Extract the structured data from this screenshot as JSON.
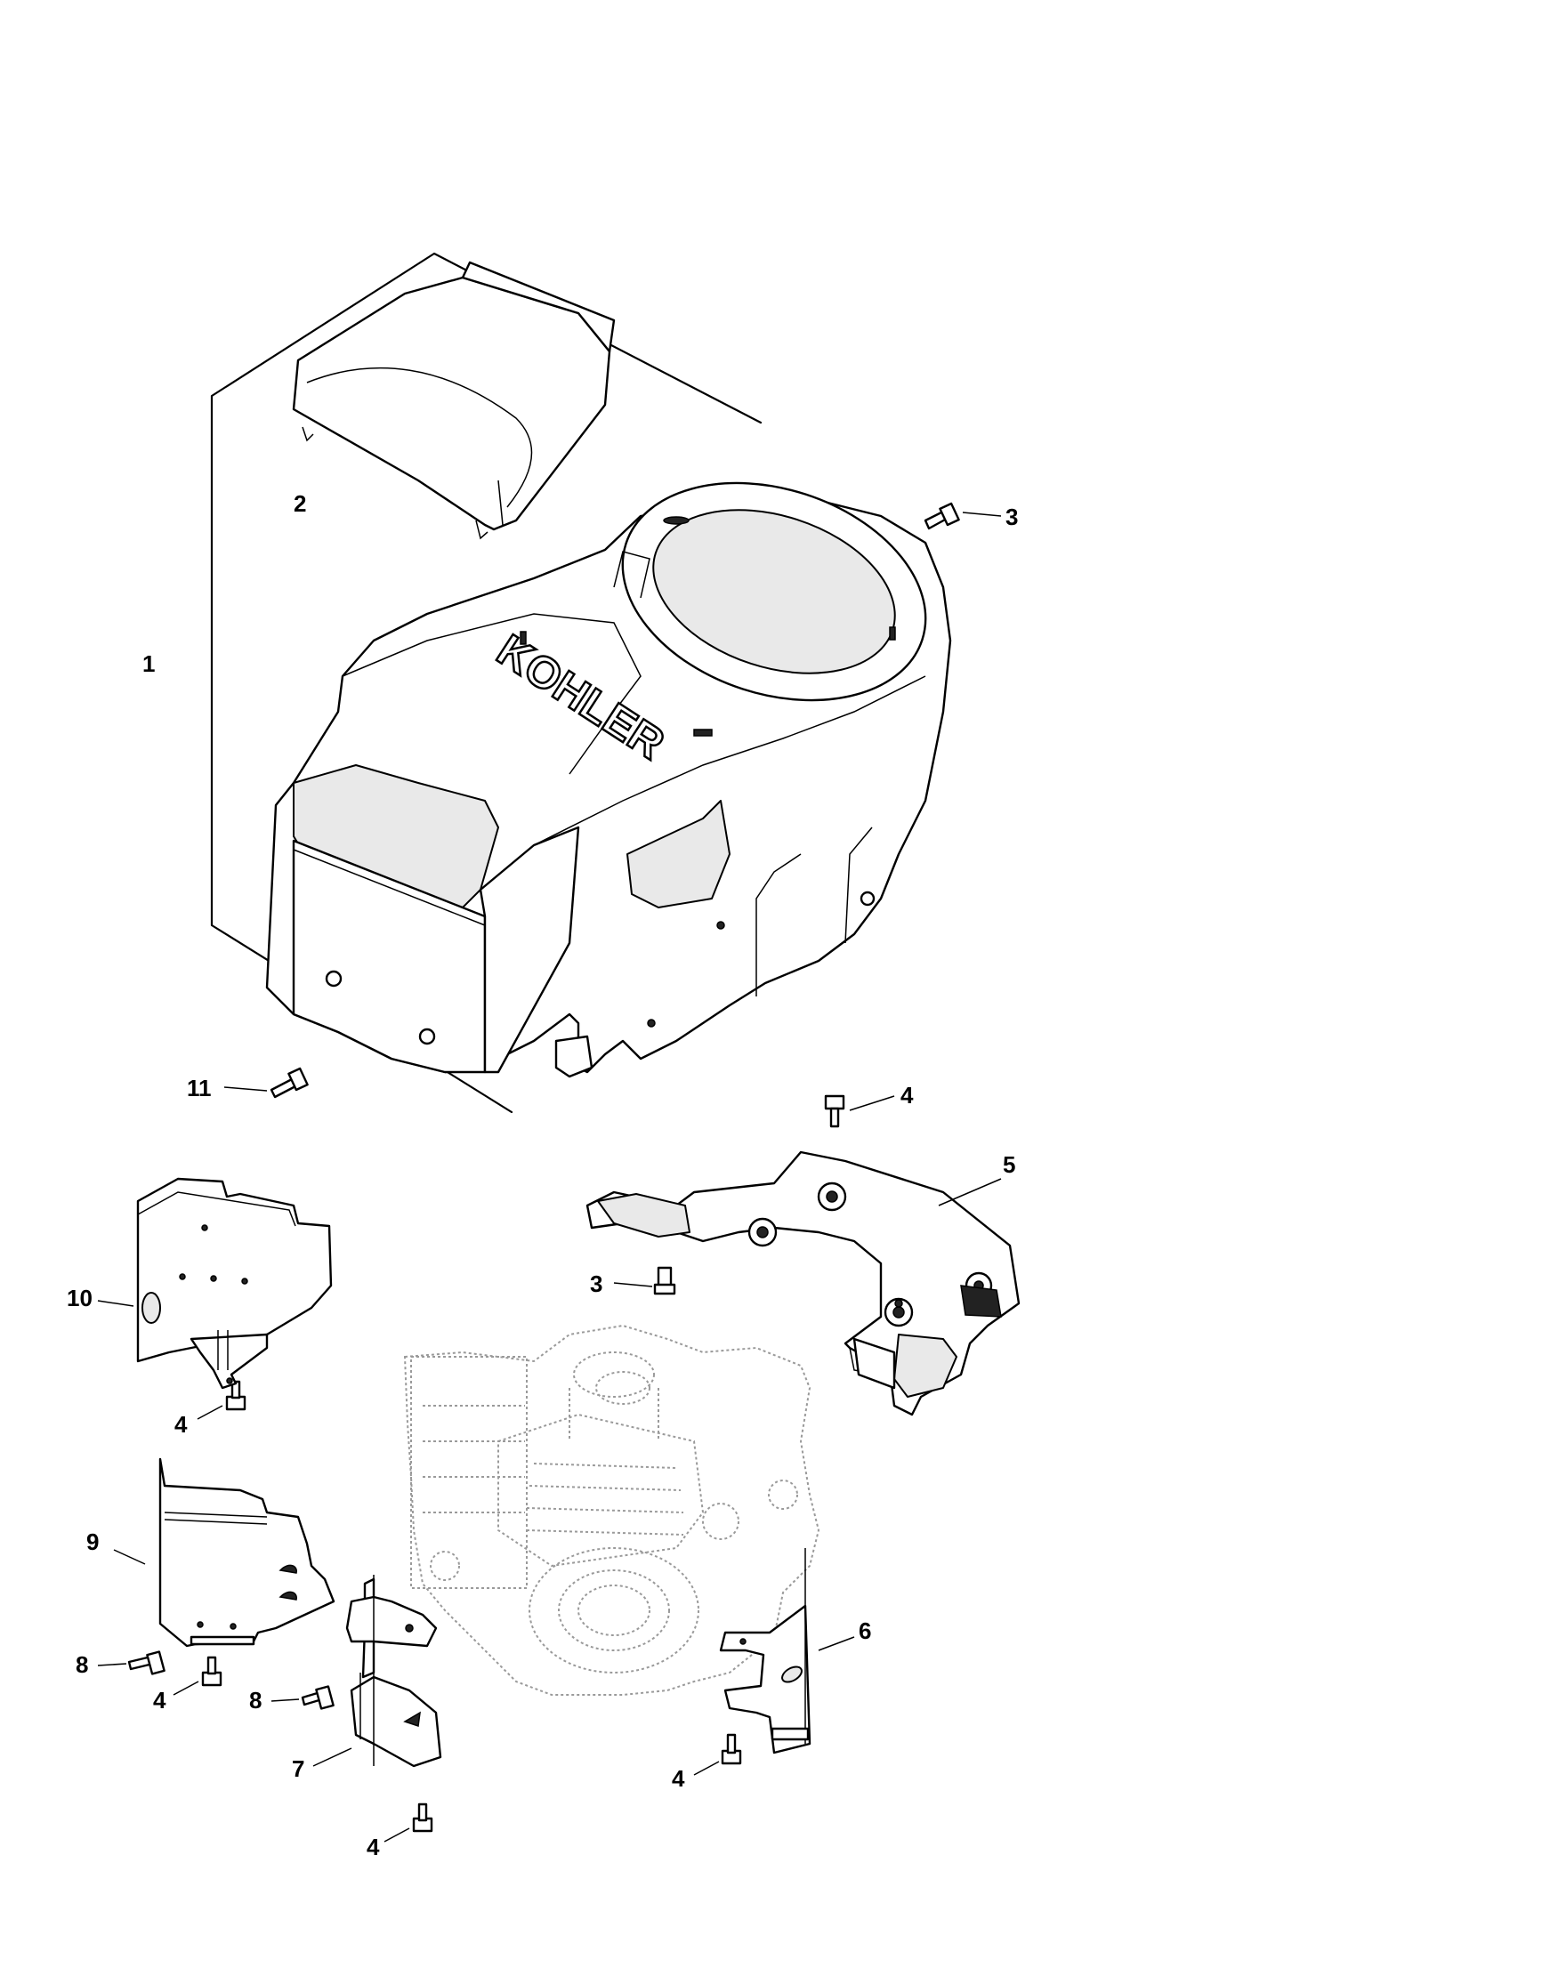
{
  "brand_logo": "KOHLER",
  "callouts": [
    {
      "id": "c1",
      "label": "1"
    },
    {
      "id": "c2",
      "label": "2"
    },
    {
      "id": "c3a",
      "label": "3"
    },
    {
      "id": "c3b",
      "label": "3"
    },
    {
      "id": "c4a",
      "label": "4"
    },
    {
      "id": "c4b",
      "label": "4"
    },
    {
      "id": "c4c",
      "label": "4"
    },
    {
      "id": "c4d",
      "label": "4"
    },
    {
      "id": "c4e",
      "label": "4"
    },
    {
      "id": "c5",
      "label": "5"
    },
    {
      "id": "c6",
      "label": "6"
    },
    {
      "id": "c7",
      "label": "7"
    },
    {
      "id": "c8a",
      "label": "8"
    },
    {
      "id": "c8b",
      "label": "8"
    },
    {
      "id": "c9",
      "label": "9"
    },
    {
      "id": "c10",
      "label": "10"
    },
    {
      "id": "c11",
      "label": "11"
    }
  ]
}
